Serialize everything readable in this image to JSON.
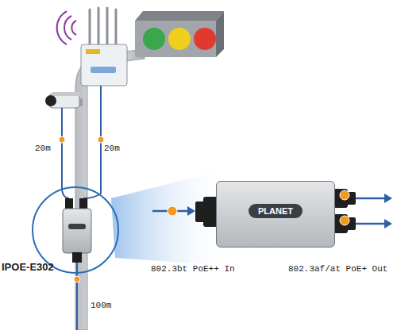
{
  "diagram": {
    "nodes": [
      {
        "text": [
          "IPOE-E302"
        ]
      },
      {
        "text": [
          "PLANET"
        ]
      }
    ],
    "labels": [
      "20m",
      "20m",
      "100m",
      "802.3bt PoE++ In",
      "802.3af/at PoE+ Out"
    ]
  }
}
